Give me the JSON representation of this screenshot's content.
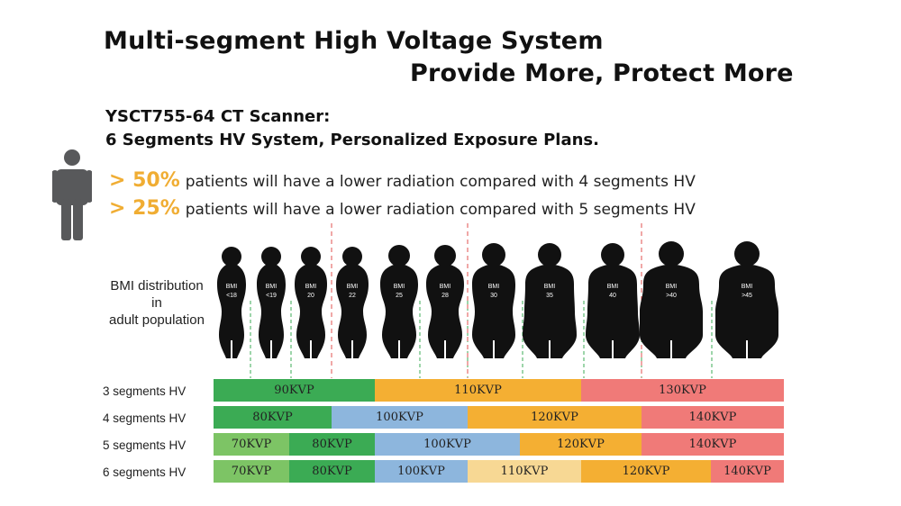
{
  "title": {
    "line1": "Multi-segment High Voltage System",
    "line2": "Provide More, Protect More"
  },
  "subtitle": {
    "line1": "YSCT755-64 CT Scanner:",
    "line2": "6 Segments HV System, Personalized Exposure Plans."
  },
  "stats": [
    {
      "percent": "> 50%",
      "text": "patients will have a lower radiation compared with 4 segments HV"
    },
    {
      "percent": "> 25%",
      "text": "patients will have a  lower radiation compared with 5 segments HV"
    }
  ],
  "bmi_label": {
    "line1": "BMI distribution",
    "line2": "in",
    "line3": "adult population"
  },
  "figures": [
    {
      "bmi": "BMI",
      "value": "<18",
      "build": 0
    },
    {
      "bmi": "BMI",
      "value": "<19",
      "build": 0
    },
    {
      "bmi": "BMI",
      "value": "20",
      "build": 1
    },
    {
      "bmi": "BMI",
      "value": "22",
      "build": 1
    },
    {
      "bmi": "BMI",
      "value": "25",
      "build": 2
    },
    {
      "bmi": "BMI",
      "value": "28",
      "build": 2
    },
    {
      "bmi": "BMI",
      "value": "30",
      "build": 3
    },
    {
      "bmi": "BMI",
      "value": "35",
      "build": 4
    },
    {
      "bmi": "BMI",
      "value": "40",
      "build": 4
    },
    {
      "bmi": "BMI",
      "value": ">40",
      "build": 5
    },
    {
      "bmi": "BMI",
      "value": ">45",
      "build": 5
    }
  ],
  "colors": {
    "green_dark": "#3bab54",
    "green_light": "#7dc465",
    "blue": "#8db6dd",
    "orange": "#f4af33",
    "yellow_light": "#f7d894",
    "red": "#f07a78",
    "accent": "#f0ad33"
  },
  "rows": [
    {
      "label": "3 segments HV",
      "segments": [
        {
          "text": "90KVP",
          "color": "green_dark"
        },
        {
          "text": "110KVP",
          "color": "orange"
        },
        {
          "text": "130KVP",
          "color": "red"
        }
      ]
    },
    {
      "label": "4 segments HV",
      "segments": [
        {
          "text": "80KVP",
          "color": "green_dark"
        },
        {
          "text": "100KVP",
          "color": "blue"
        },
        {
          "text": "120KVP",
          "color": "orange"
        },
        {
          "text": "140KVP",
          "color": "red"
        }
      ]
    },
    {
      "label": "5 segments HV",
      "segments": [
        {
          "text": "70KVP",
          "color": "green_light"
        },
        {
          "text": "80KVP",
          "color": "green_dark"
        },
        {
          "text": "100KVP",
          "color": "blue"
        },
        {
          "text": "120KVP",
          "color": "orange"
        },
        {
          "text": "140KVP",
          "color": "red"
        }
      ]
    },
    {
      "label": "6 segments HV",
      "segments": [
        {
          "text": "70KVP",
          "color": "green_light"
        },
        {
          "text": "80KVP",
          "color": "green_dark"
        },
        {
          "text": "100KVP",
          "color": "blue"
        },
        {
          "text": "110KVP",
          "color": "yellow_light"
        },
        {
          "text": "120KVP",
          "color": "orange"
        },
        {
          "text": "140KVP",
          "color": "red"
        }
      ]
    }
  ]
}
